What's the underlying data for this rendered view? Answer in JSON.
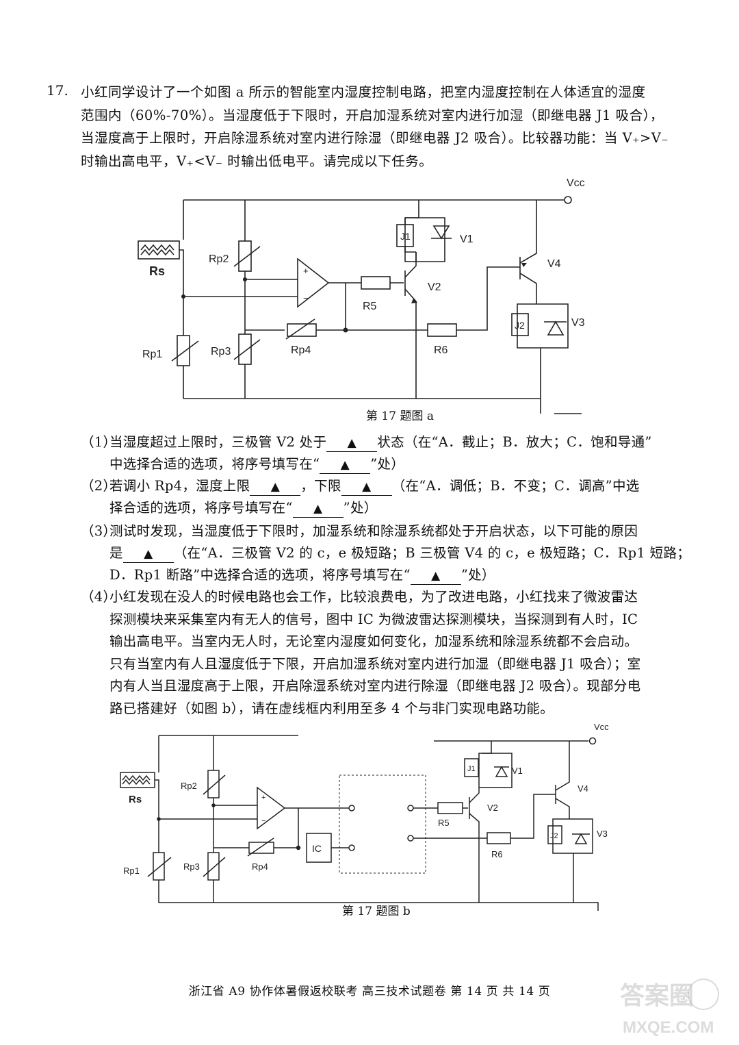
{
  "question": {
    "number": "17.",
    "intro_lines": [
      "小红同学设计了一个如图 a 所示的智能室内湿度控制电路，把室内湿度控制在人体适宜的湿度",
      "范围内（60%-70%）。当湿度低于下限时，开启加湿系统对室内进行加湿（即继电器 J1 吸合），",
      "当湿度高于上限时，开启除湿系统对室内进行除湿（即继电器 J2 吸合）。比较器功能：当 V₊>V₋",
      "时输出高电平，V₊<V₋ 时输出低电平。请完成以下任务。"
    ]
  },
  "figure_a": {
    "caption": "第 17 题图 a",
    "labels": {
      "vcc": "Vcc",
      "rs": "Rs",
      "rp1": "Rp1",
      "rp2": "Rp2",
      "rp3": "Rp3",
      "rp4": "Rp4",
      "r5": "R5",
      "r6": "R6",
      "v1": "V1",
      "v2": "V2",
      "v3": "V3",
      "v4": "V4",
      "j1": "J1",
      "j2": "J2",
      "plus": "+",
      "minus": "−"
    }
  },
  "sub_questions": {
    "q1": {
      "tag": "（1）",
      "pre": "当湿度超过上限时，三极管 V2 处于",
      "blank": "▲",
      "post": "状态（在“A．截止；B．放大；C．饱和导通”",
      "line2_pre": "中选择合适的选项，将序号填写在“",
      "line2_blank": "▲",
      "line2_post": "”处）"
    },
    "q2": {
      "tag": "（2）",
      "pre": "若调小 Rp4，湿度上限",
      "blank1": "▲",
      "mid": "，下限",
      "blank2": "▲",
      "post": "（在“A．调低；B．不变；C．调高”中选",
      "line2_pre": "择合适的选项，将序号填写在“",
      "line2_blank": "▲",
      "line2_post": "”处）"
    },
    "q3": {
      "tag": "（3）",
      "line1": "测试时发现，当湿度低于下限时，加湿系统和除湿系统都处于开启状态，以下可能的原因",
      "line2_pre": "是",
      "line2_blank": "▲",
      "line2_post": "（在“A．三极管 V2 的 c，e 极短路；B 三极管 V4 的 c，e 极短路；C．Rp1 短路；",
      "line3_pre": "D．Rp1 断路”中选择合适的选项，将序号填写在“",
      "line3_blank": "▲",
      "line3_post": "”处）"
    },
    "q4": {
      "tag": "（4）",
      "lines": [
        "小红发现在没人的时候电路也会工作，比较浪费电，为了改进电路，小红找来了微波雷达",
        "探测模块来采集室内有无人的信号，图中 IC 为微波雷达探测模块，当探测到有人时，IC",
        "输出高电平。当室内无人时，无论室内湿度如何变化，加湿系统和除湿系统都不会启动。",
        "只有当室内有人且湿度低于下限，开启加湿系统对室内进行加湿（即继电器 J1 吸合）；室",
        "内有人当且湿度高于上限，开启除湿系统对室内进行除湿（即继电器 J2 吸合）。现部分电",
        "路已搭建好（如图 b），请在虚线框内利用至多 4 个与非门实现电路功能。"
      ]
    }
  },
  "figure_b": {
    "caption": "第 17 题图 b",
    "labels": {
      "vcc": "Vcc",
      "rs": "Rs",
      "rp1": "Rp1",
      "rp2": "Rp2",
      "rp3": "Rp3",
      "rp4": "Rp4",
      "r5": "R5",
      "r6": "R6",
      "v1": "V1",
      "v2": "V2",
      "v3": "V3",
      "v4": "V4",
      "j1": "J1",
      "j2": "J2",
      "ic": "IC",
      "plus": "+",
      "minus": "−"
    }
  },
  "footer": "浙江省 A9 协作体暑假返校联考 高三技术试题卷  第 14 页 共 14 页",
  "watermark": {
    "line1": "答案圈",
    "line2": "MXQE.COM"
  }
}
